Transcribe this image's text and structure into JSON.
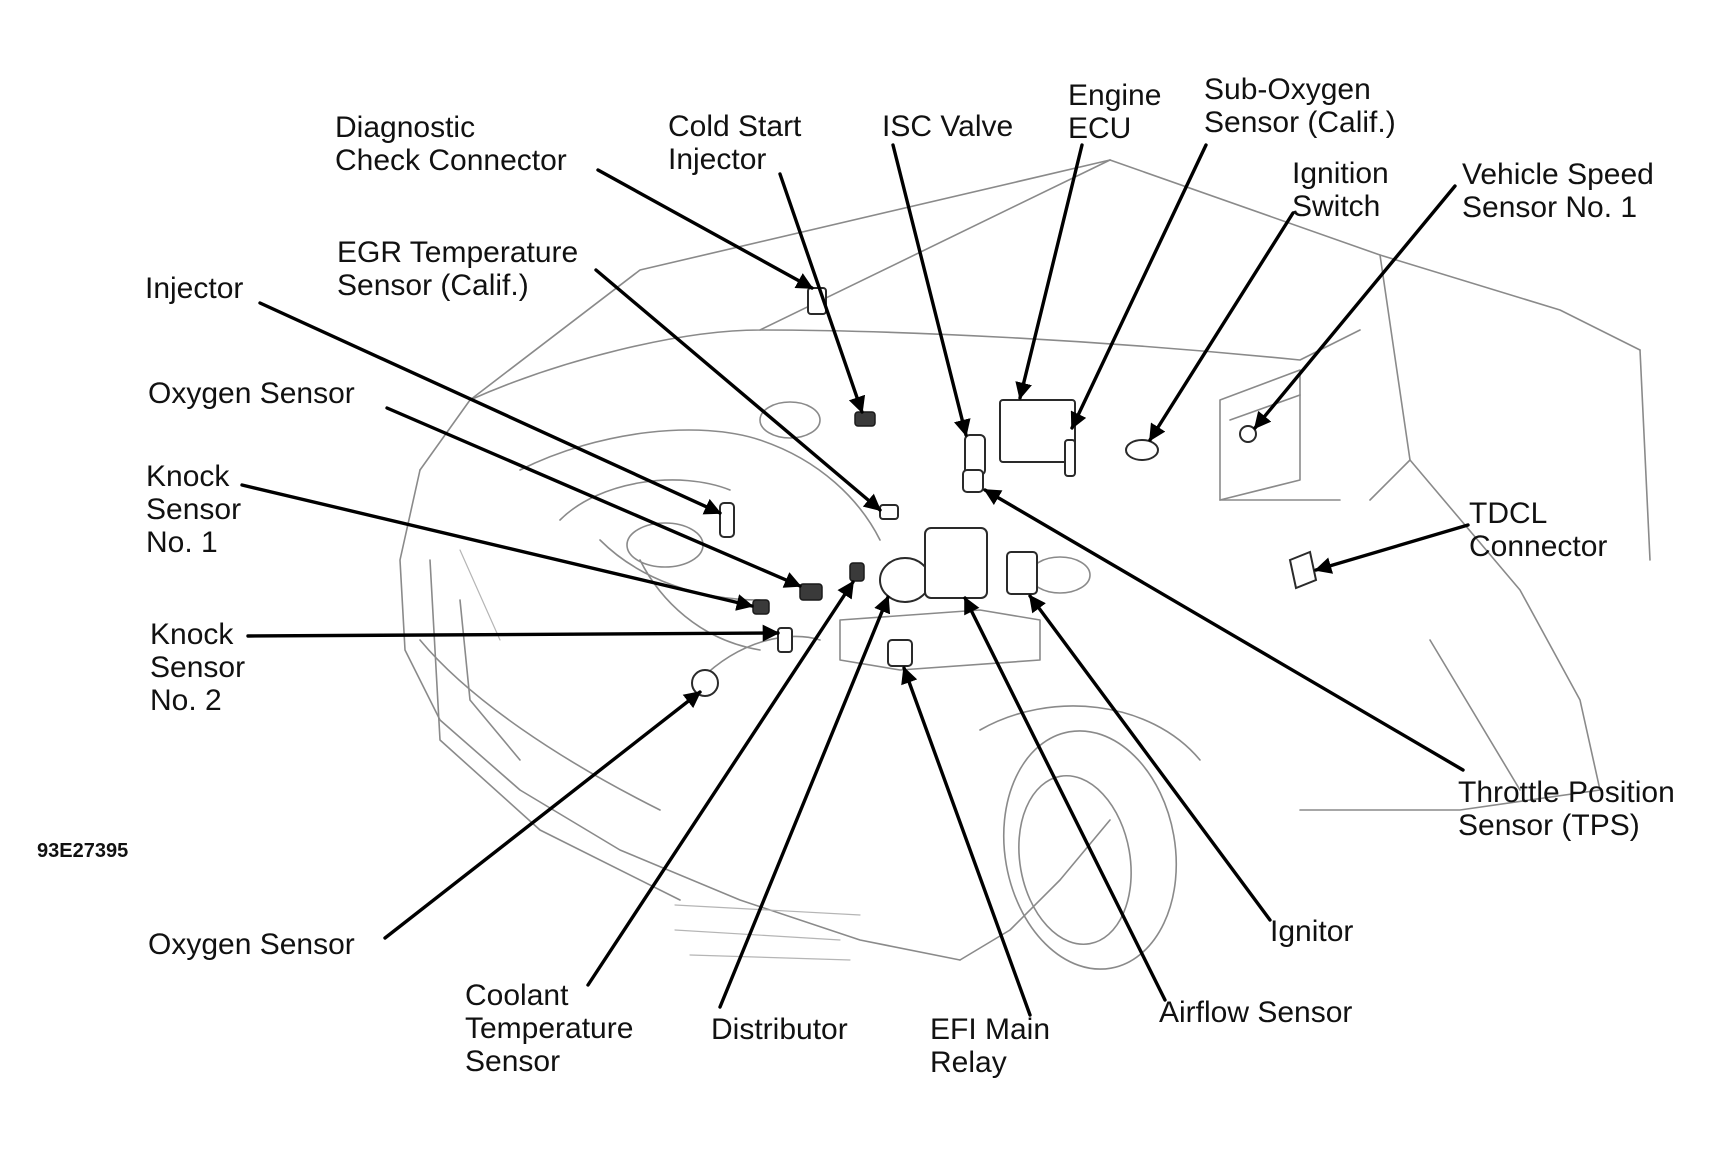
{
  "figure_code": "93E27395",
  "labels": {
    "diagnostic_check_connector": [
      "Diagnostic",
      "Check Connector"
    ],
    "cold_start_injector": [
      "Cold Start",
      "Injector"
    ],
    "isc_valve": [
      "ISC Valve"
    ],
    "engine_ecu": [
      "Engine",
      "ECU"
    ],
    "sub_oxygen_sensor": [
      "Sub-Oxygen",
      "Sensor (Calif.)"
    ],
    "ignition_switch": [
      "Ignition",
      "Switch"
    ],
    "vehicle_speed_sensor": [
      "Vehicle Speed",
      "Sensor No. 1"
    ],
    "egr_temperature_sensor": [
      "EGR Temperature",
      "Sensor (Calif.)"
    ],
    "injector": [
      "Injector"
    ],
    "oxygen_sensor_upper": [
      "Oxygen Sensor"
    ],
    "knock_sensor_1": [
      "Knock",
      "Sensor",
      "No. 1"
    ],
    "knock_sensor_2": [
      "Knock",
      "Sensor",
      "No. 2"
    ],
    "tdcl_connector": [
      "TDCL",
      "Connector"
    ],
    "throttle_position_sensor": [
      "Throttle Position",
      "Sensor (TPS)"
    ],
    "oxygen_sensor_lower": [
      "Oxygen Sensor"
    ],
    "coolant_temperature_sensor": [
      "Coolant",
      "Temperature",
      "Sensor"
    ],
    "distributor": [
      "Distributor"
    ],
    "efi_main_relay": [
      "EFI Main",
      "Relay"
    ],
    "airflow_sensor": [
      "Airflow Sensor"
    ],
    "ignitor": [
      "Ignitor"
    ]
  }
}
